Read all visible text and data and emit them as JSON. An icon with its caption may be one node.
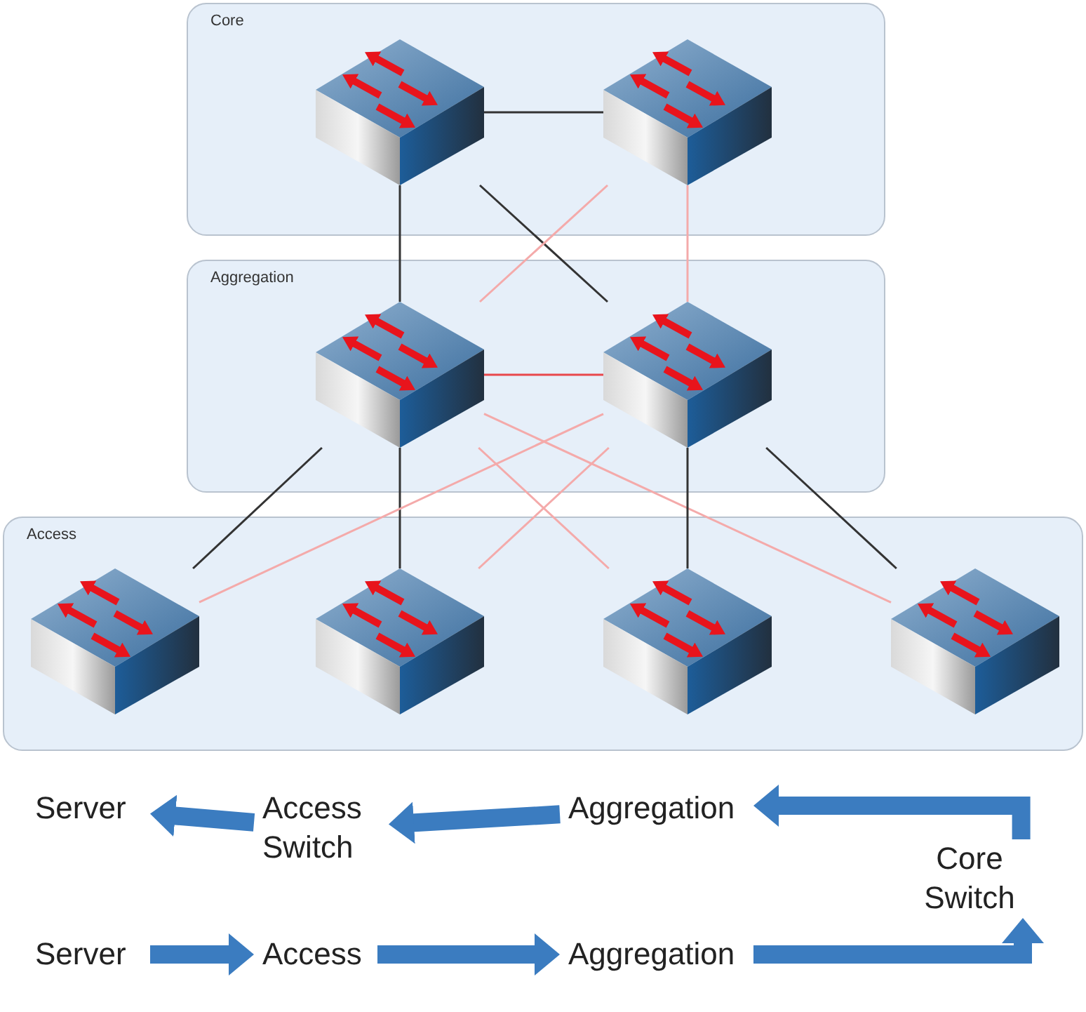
{
  "diagram": {
    "nodes": [
      {
        "text": [
          "Core"
        ]
      },
      {
        "text": [
          "Aggregation"
        ]
      },
      {
        "text": [
          "Access"
        ]
      },
      {
        "text": [],
        "shape": "picture",
        "in": 0
      },
      {
        "text": [],
        "shape": "picture",
        "in": 0
      },
      {
        "text": [],
        "shape": "picture",
        "in": 1
      },
      {
        "text": [],
        "shape": "picture",
        "in": 1
      },
      {
        "text": [],
        "shape": "picture",
        "in": 2
      },
      {
        "text": [],
        "shape": "picture",
        "in": 2
      },
      {
        "text": [],
        "shape": "picture",
        "in": 2
      },
      {
        "text": [],
        "shape": "picture",
        "in": 2
      },
      {
        "text": [
          "Server"
        ]
      },
      {
        "text": [
          "Access Switch"
        ]
      },
      {
        "text": [
          "Aggregation"
        ]
      },
      {
        "text": [
          "Core Switch"
        ]
      },
      {
        "text": [
          "Server"
        ]
      },
      {
        "text": [
          "Access"
        ]
      },
      {
        "text": [
          "Aggregation"
        ]
      }
    ],
    "edges": [
      {
        "from": 3,
        "to": 4,
        "arrow": "none"
      },
      {
        "from": 3,
        "to": 5,
        "arrow": "none"
      },
      {
        "from": 3,
        "to": 6,
        "arrow": "none"
      },
      {
        "from": 4,
        "to": 5,
        "arrow": "none",
        "color": "#f4aaaa"
      },
      {
        "from": 4,
        "to": 6,
        "arrow": "none",
        "color": "#f4aaaa"
      },
      {
        "from": 5,
        "to": 6,
        "arrow": "none",
        "color": "#e8484c"
      },
      {
        "from": 5,
        "to": 7,
        "arrow": "none"
      },
      {
        "from": 5,
        "to": 8,
        "arrow": "none"
      },
      {
        "from": 5,
        "to": 9,
        "arrow": "none",
        "color": "#f4aaaa"
      },
      {
        "from": 5,
        "to": 10,
        "arrow": "none",
        "color": "#f4aaaa"
      },
      {
        "from": 6,
        "to": 7,
        "arrow": "none",
        "color": "#f4aaaa"
      },
      {
        "from": 6,
        "to": 8,
        "arrow": "none",
        "color": "#f4aaaa"
      },
      {
        "from": 6,
        "to": 9,
        "arrow": "none"
      },
      {
        "from": 6,
        "to": 10,
        "arrow": "none"
      },
      {
        "from": 12,
        "to": 11,
        "arrow": "to",
        "style": "thick",
        "color": "#3b7cc0"
      },
      {
        "from": 13,
        "to": 12,
        "arrow": "to",
        "style": "thick",
        "color": "#3b7cc0"
      },
      {
        "from": 14,
        "to": 13,
        "arrow": "to",
        "style": "thick",
        "color": "#3b7cc0"
      },
      {
        "from": 15,
        "to": 16,
        "arrow": "to",
        "style": "thick",
        "color": "#3b7cc0"
      },
      {
        "from": 16,
        "to": 17,
        "arrow": "to",
        "style": "thick",
        "color": "#3b7cc0"
      },
      {
        "from": 17,
        "to": 14,
        "arrow": "to",
        "style": "thick",
        "color": "#3b7cc0"
      }
    ]
  }
}
